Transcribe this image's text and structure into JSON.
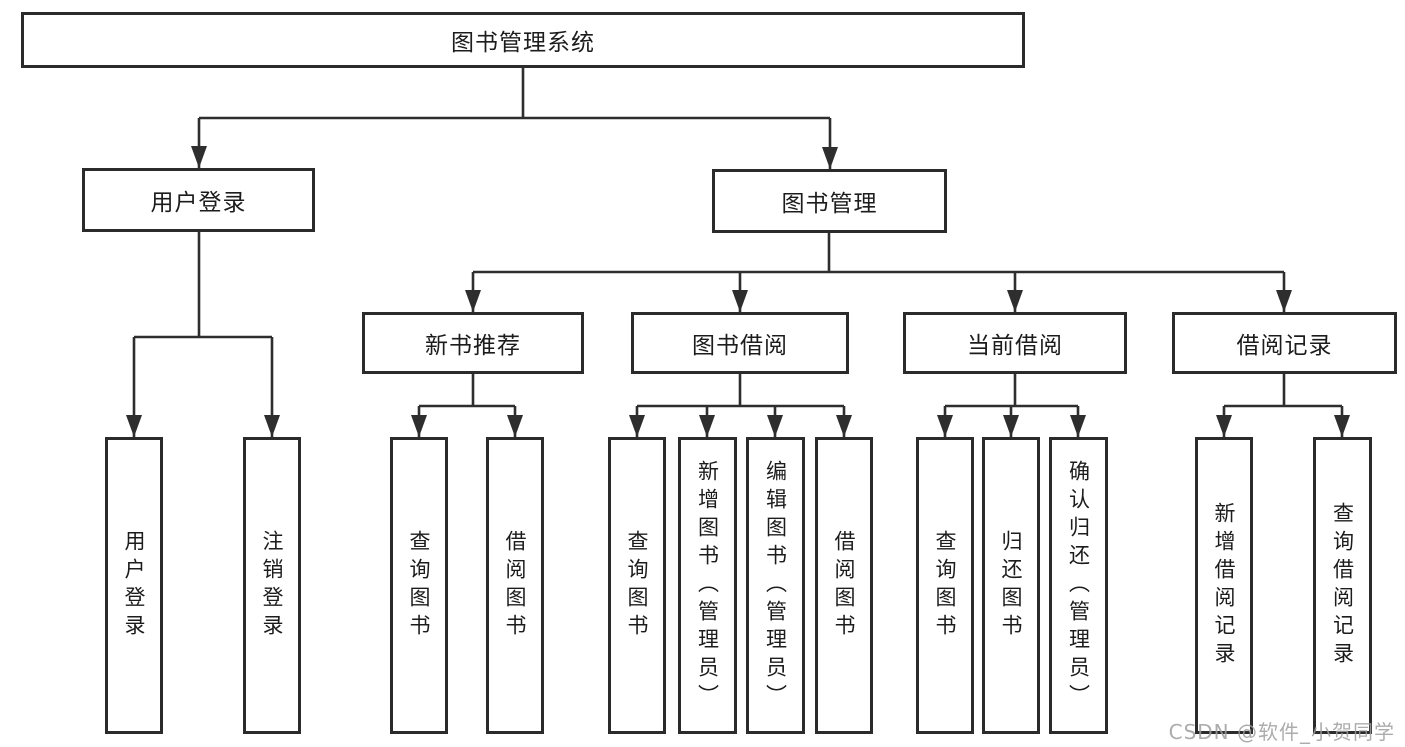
{
  "diagram_type": "hierarchy-tree",
  "colors": {
    "background": "#ffffff",
    "line": "#2e2e2e",
    "box_border": "#2b2b2b",
    "text": "#1c1c1c",
    "watermark": "#9e9e9e"
  },
  "tree": {
    "label": "图书管理系统",
    "children": [
      {
        "label": "用户登录",
        "children": [
          {
            "label": "用户登录"
          },
          {
            "label": "注销登录"
          }
        ]
      },
      {
        "label": "图书管理",
        "children": [
          {
            "label": "新书推荐",
            "children": [
              {
                "label": "查询图书"
              },
              {
                "label": "借阅图书"
              }
            ]
          },
          {
            "label": "图书借阅",
            "children": [
              {
                "label": "查询图书"
              },
              {
                "label": "新增图书（管理员）"
              },
              {
                "label": "编辑图书（管理员）"
              },
              {
                "label": "借阅图书"
              }
            ]
          },
          {
            "label": "当前借阅",
            "children": [
              {
                "label": "查询图书"
              },
              {
                "label": "归还图书"
              },
              {
                "label": "确认归还（管理员）"
              }
            ]
          },
          {
            "label": "借阅记录",
            "children": [
              {
                "label": "新增借阅记录"
              },
              {
                "label": "查询借阅记录"
              }
            ]
          }
        ]
      }
    ]
  },
  "watermark": {
    "text": "CSDN @软件_小贺同学"
  }
}
